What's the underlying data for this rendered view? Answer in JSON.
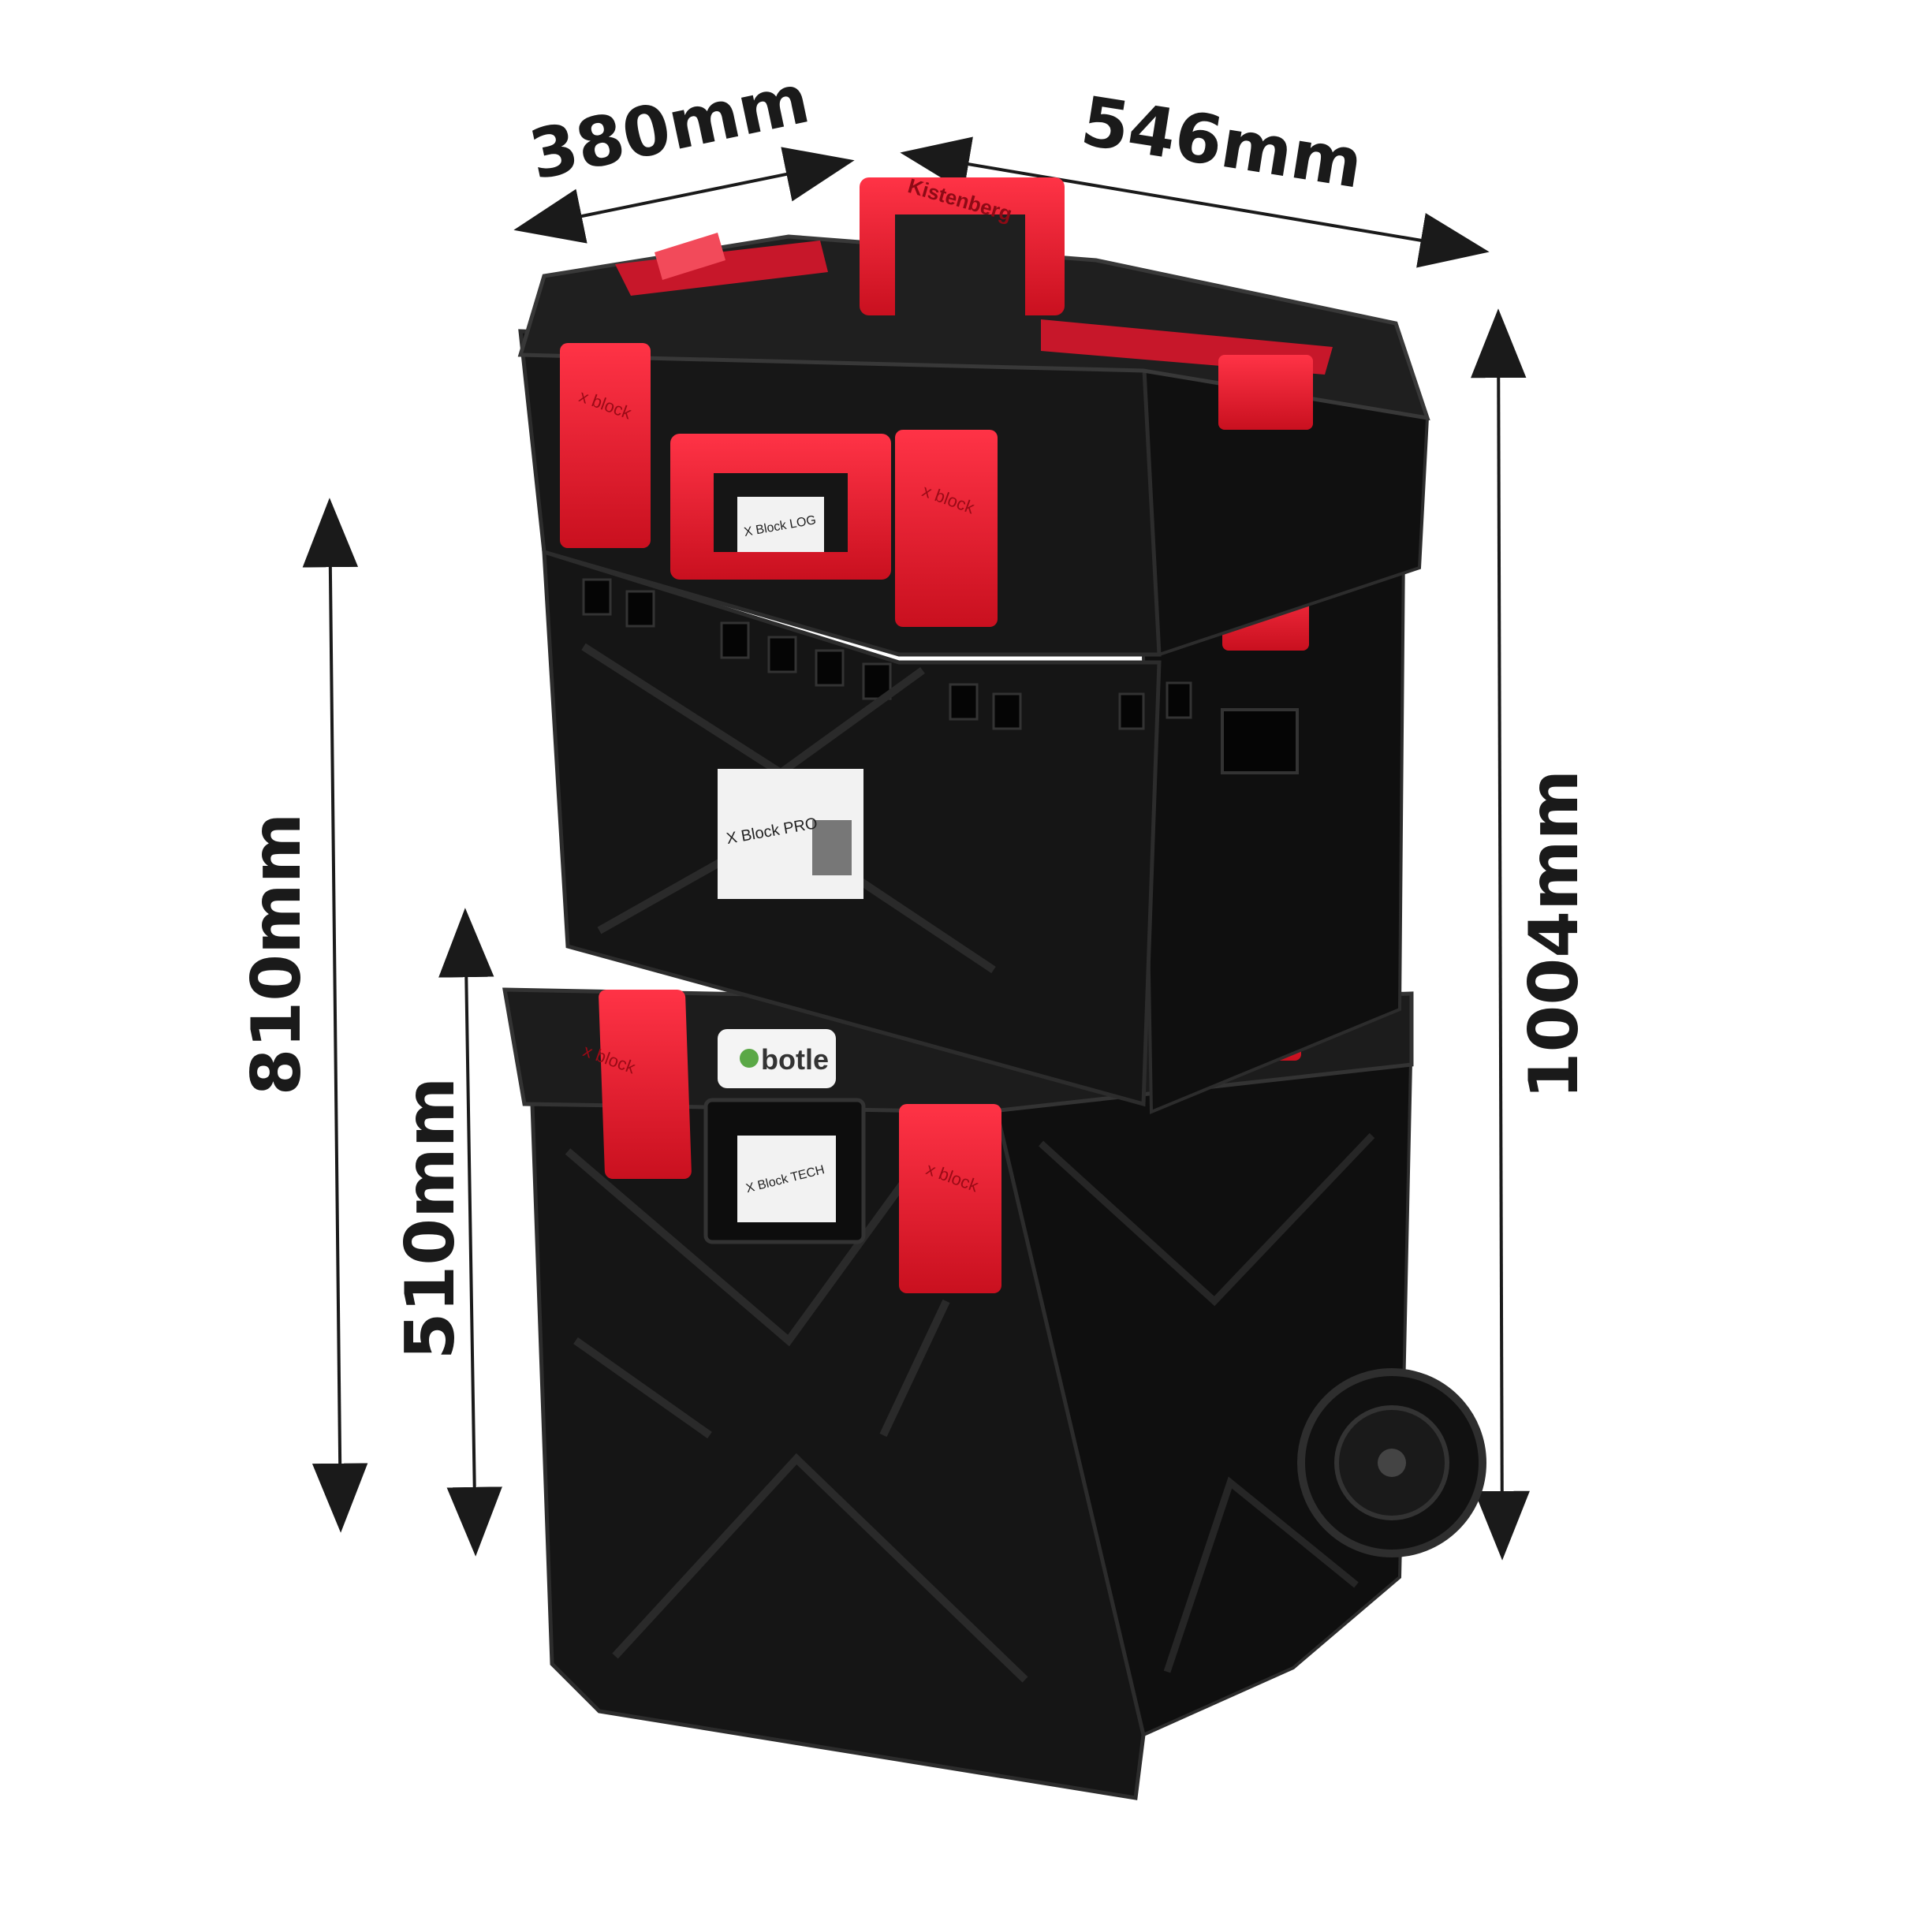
{
  "dimensions": {
    "depth": "380mm",
    "width": "546mm",
    "total_height": "1004mm",
    "two_box_height": "810mm",
    "bottom_box_height": "510mm"
  },
  "branding": {
    "handle_brand": "Kistenberg",
    "latch_brand": "x block",
    "badge_brand": "botle",
    "label_middle": "X Block PRO",
    "label_top": "X Block LOG",
    "label_bottom": "X Block TECH"
  },
  "colors": {
    "body": "#151515",
    "body_edge": "#2c2c2c",
    "accent_red": "#e8192c",
    "dim_line": "#1a1a1a"
  }
}
